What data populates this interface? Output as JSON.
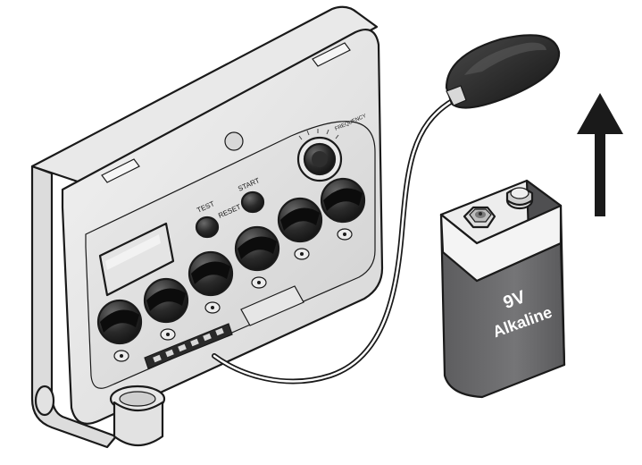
{
  "controller": {
    "button_labels": {
      "test": "TEST",
      "reset": "RESET",
      "start": "START"
    },
    "dial_label": "FREQUENCY",
    "zone_count": 6
  },
  "battery": {
    "voltage": "9V",
    "type": "Alkaline",
    "body_color": "#6d6d6f",
    "top_color": "#ededed"
  },
  "connector": {
    "color": "#1e1e1e"
  },
  "arrow": {
    "direction": "up",
    "color": "#1a1a1a"
  }
}
